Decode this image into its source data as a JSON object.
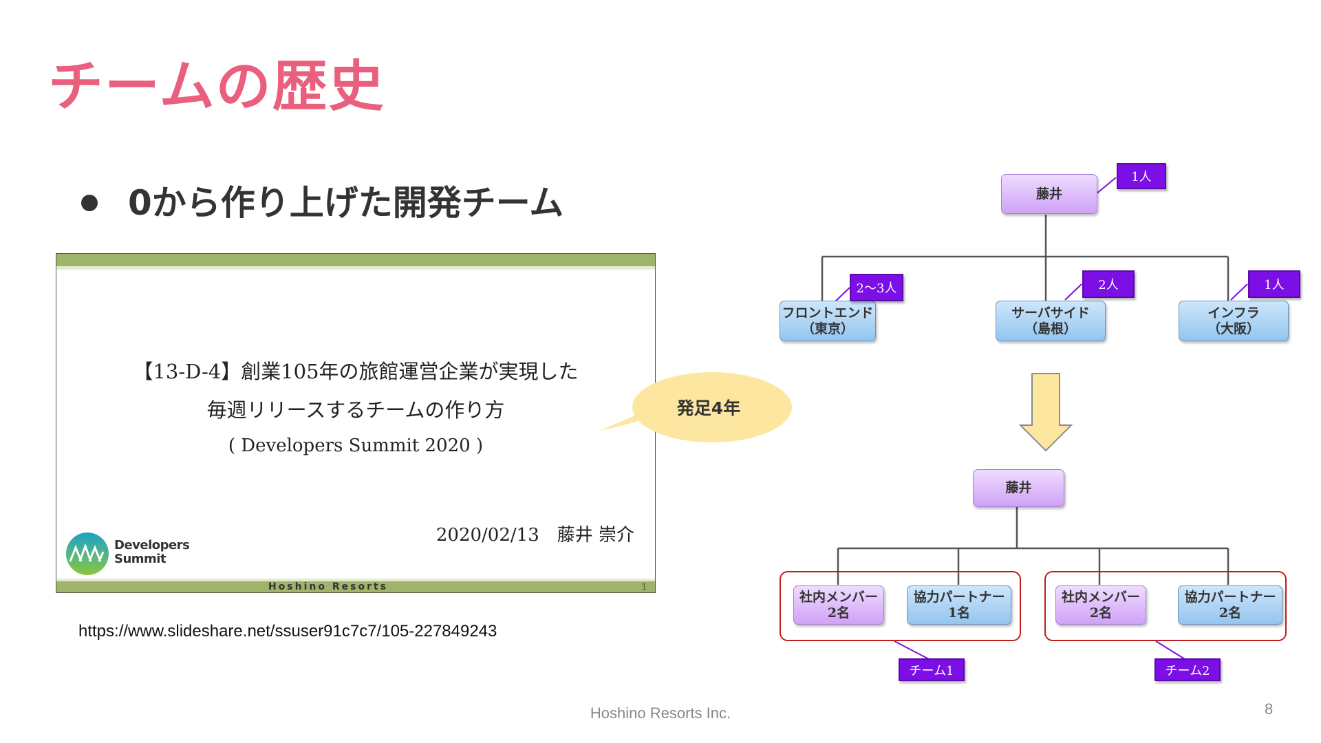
{
  "slide": {
    "title": "チームの歴史",
    "bullet": "0から作り上げた開発チーム",
    "bubble": "発足4年",
    "url": "https://www.slideshare.net/ssuser91c7c7/105-227849243",
    "footer": "Hoshino Resorts Inc.",
    "page_number": "8"
  },
  "thumbnail": {
    "line1": "【13-D-4】創業105年の旅館運営企業が実現した",
    "line2": "毎週リリースするチームの作り方",
    "line3": "( Developers Summit 2020 )",
    "date_author": "2020/02/13　藤井 崇介",
    "logo_line1": "Developers",
    "logo_line2": "Summit",
    "company": "Hoshino Resorts",
    "page": "1",
    "colors": {
      "bar": "#9fb46a",
      "bar_light": "#e4eccf"
    }
  },
  "org_before": {
    "root": {
      "name": "藤井",
      "tag": "1人"
    },
    "children": [
      {
        "line1": "フロントエンド",
        "line2": "（東京）",
        "tag": "2～3人"
      },
      {
        "line1": "サーバサイド",
        "line2": "（島根）",
        "tag": "2人"
      },
      {
        "line1": "インフラ",
        "line2": "（大阪）",
        "tag": "1人"
      }
    ]
  },
  "org_after": {
    "root": {
      "name": "藤井"
    },
    "teams": [
      {
        "label": "チーム1",
        "members": [
          {
            "line1": "社内メンバー",
            "line2": "2名"
          },
          {
            "line1": "協力パートナー",
            "line2": "1名"
          }
        ]
      },
      {
        "label": "チーム2",
        "members": [
          {
            "line1": "社内メンバー",
            "line2": "2名"
          },
          {
            "line1": "協力パートナー",
            "line2": "2名"
          }
        ]
      }
    ]
  },
  "colors": {
    "title": "#ea5f7d",
    "bubble": "#fde7a0",
    "arrow": "#fde7a0",
    "node_purple": "#cfa2f6",
    "node_blue": "#94c5ef",
    "tag_purple": "#7b0fe6",
    "team_frame": "#c01d1d"
  }
}
